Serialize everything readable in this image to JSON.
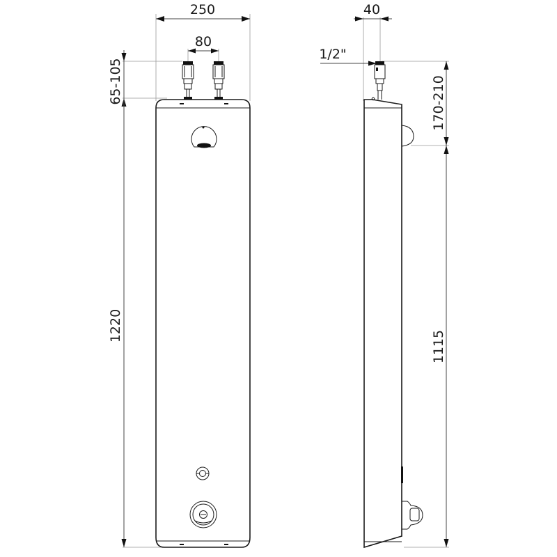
{
  "diagram": {
    "type": "technical-drawing",
    "subject": "Shower panel — front and side elevation",
    "views": [
      "front",
      "side"
    ]
  },
  "front_view": {
    "dimensions": {
      "overall_width": "250",
      "inlet_spacing": "80",
      "inlet_height": "65-105",
      "overall_height": "1220"
    }
  },
  "side_view": {
    "dimensions": {
      "inlet_offset": "40",
      "thread": "1/2\"",
      "head_height": "170-210",
      "control_height": "1115"
    }
  },
  "colors": {
    "line": "#1a1a1a",
    "dimension": "#444444",
    "extension": "#999999",
    "background": "#ffffff"
  }
}
